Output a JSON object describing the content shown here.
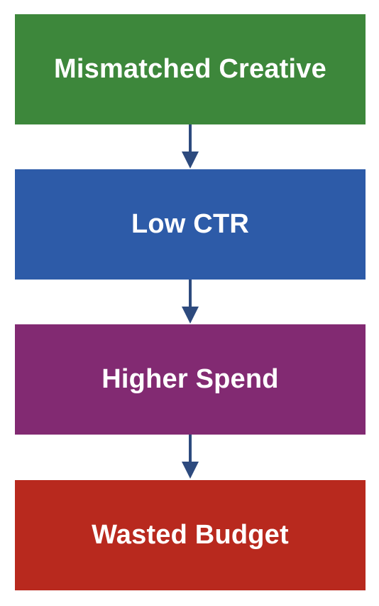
{
  "steps": [
    {
      "label": "Mismatched Creative",
      "color": "#3d873b"
    },
    {
      "label": "Low CTR",
      "color": "#2d5ba8"
    },
    {
      "label": "Higher Spend",
      "color": "#822a72"
    },
    {
      "label": "Wasted Budget",
      "color": "#b8291e"
    }
  ],
  "arrow_color": "#2d4a7e"
}
